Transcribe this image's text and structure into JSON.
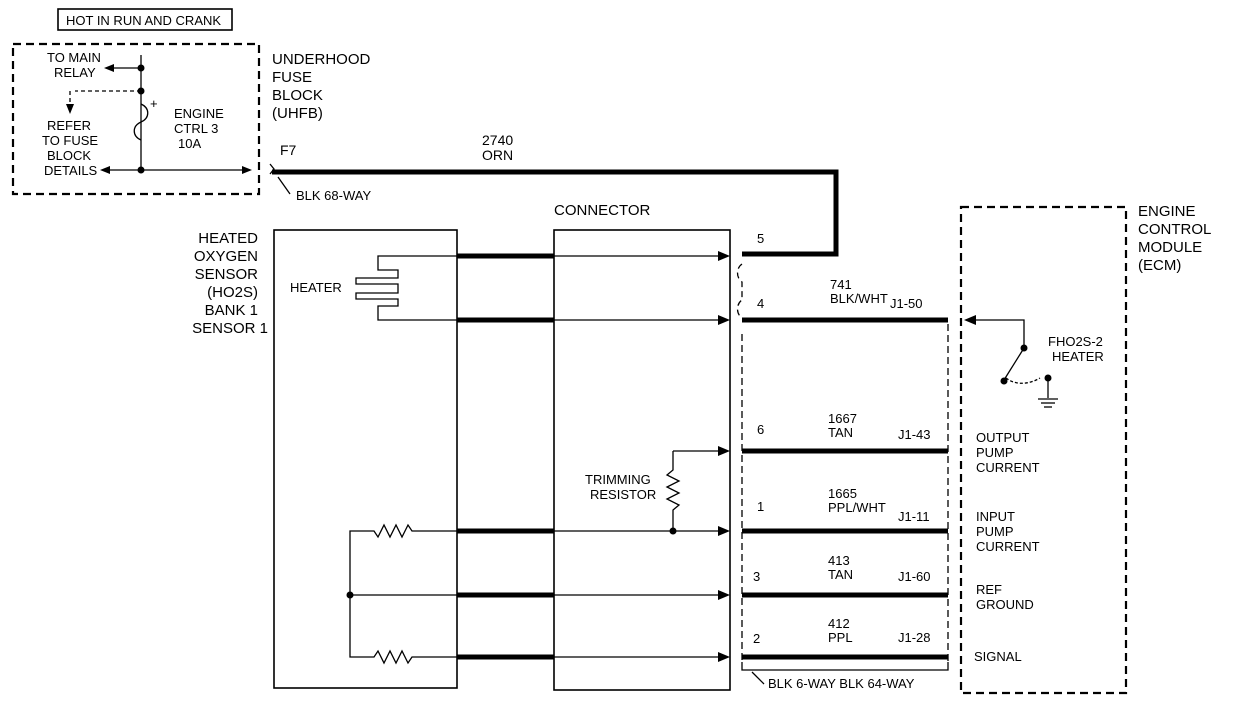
{
  "banner": "HOT IN RUN AND CRANK",
  "fuse_block": {
    "title": [
      "UNDERHOOD",
      "FUSE",
      "BLOCK",
      "(UHFB)"
    ],
    "to_main_relay": [
      "TO MAIN",
      "RELAY"
    ],
    "refer": [
      "REFER",
      "TO FUSE",
      "BLOCK",
      "DETAILS"
    ],
    "fuse_name": [
      "ENGINE",
      "CTRL 3",
      "10A"
    ],
    "plus": "+",
    "fuse_id": "F7",
    "connector": "BLK 68-WAY"
  },
  "feed_wire": {
    "circuit": "2740",
    "color": "ORN"
  },
  "sensor": {
    "title": [
      "HEATED",
      "OXYGEN",
      "SENSOR",
      "(HO2S)",
      "BANK 1",
      "SENSOR 1"
    ],
    "heater": "HEATER"
  },
  "connector": {
    "title": "CONNECTOR",
    "trimming": [
      "TRIMMING",
      "RESISTOR"
    ]
  },
  "pins": [
    {
      "pin": "5",
      "circuit": "",
      "color": "",
      "ecm": ""
    },
    {
      "pin": "4",
      "circuit": "741",
      "color": "BLK/WHT",
      "ecm": "J1-50"
    },
    {
      "pin": "6",
      "circuit": "1667",
      "color": "TAN",
      "ecm": "J1-43"
    },
    {
      "pin": "1",
      "circuit": "1665",
      "color": "PPL/WHT",
      "ecm": "J1-11"
    },
    {
      "pin": "3",
      "circuit": "413",
      "color": "TAN",
      "ecm": "J1-60"
    },
    {
      "pin": "2",
      "circuit": "412",
      "color": "PPL",
      "ecm": "J1-28"
    }
  ],
  "bottom_connector": "BLK 6-WAY BLK 64-WAY",
  "ecm": {
    "title": [
      "ENGINE",
      "CONTROL",
      "MODULE",
      "(ECM)"
    ],
    "heater_ctrl": [
      "FHO2S-2",
      "HEATER"
    ],
    "output_pump": [
      "OUTPUT",
      "PUMP",
      "CURRENT"
    ],
    "input_pump": [
      "INPUT",
      "PUMP",
      "CURRENT"
    ],
    "ref_ground": [
      "REF",
      "GROUND"
    ],
    "signal": "SIGNAL"
  }
}
